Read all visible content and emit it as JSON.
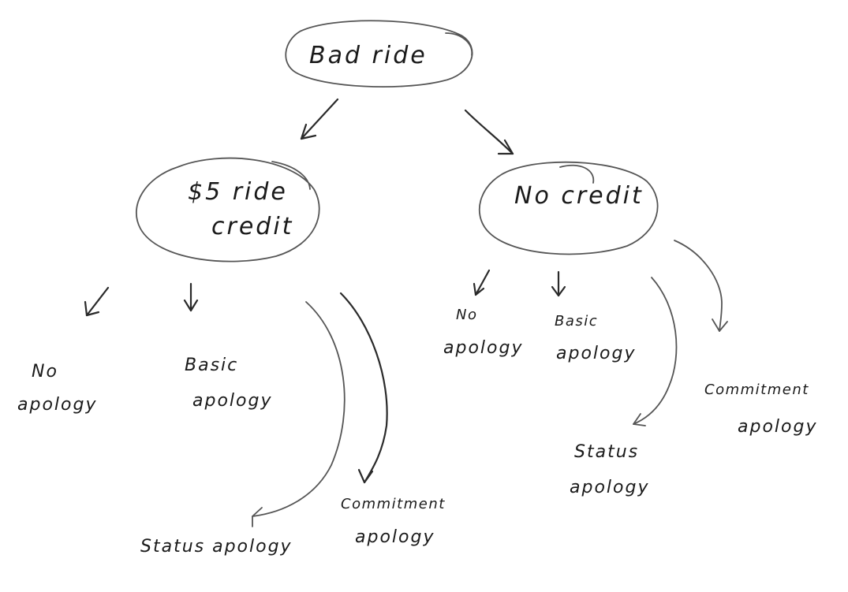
{
  "root": {
    "label": "Bad ride"
  },
  "branches": [
    {
      "label_line1": "$5 ride",
      "label_line2": "credit",
      "children": [
        {
          "line1": "No",
          "line2": "apology"
        },
        {
          "line1": "Basic",
          "line2": "apology"
        },
        {
          "line1": "Status apology",
          "line2": ""
        },
        {
          "line1": "Commitment",
          "line2": "apology"
        }
      ]
    },
    {
      "label_line1": "No credit",
      "label_line2": "",
      "children": [
        {
          "line1": "No",
          "line2": "apology"
        },
        {
          "line1": "Basic",
          "line2": "apology"
        },
        {
          "line1": "Status",
          "line2": "apology"
        },
        {
          "line1": "Commitment",
          "line2": "apology"
        }
      ]
    }
  ]
}
